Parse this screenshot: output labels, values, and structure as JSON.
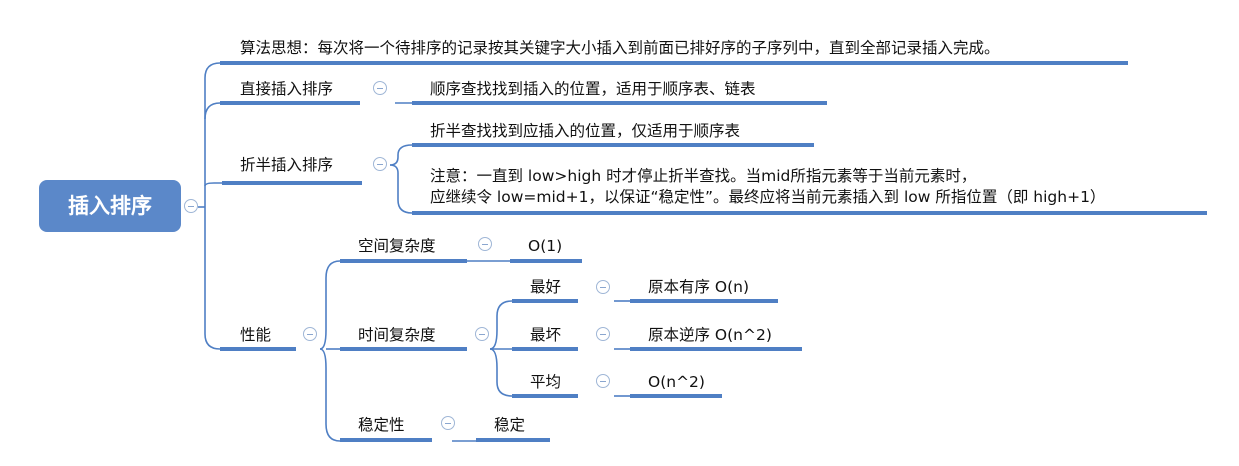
{
  "root": {
    "label": "插入排序"
  },
  "idea": {
    "text": "算法思想：每次将一个待排序的记录按其关键字大小插入到前面已排好序的子序列中，直到全部记录插入完成。"
  },
  "direct": {
    "label": "直接插入排序",
    "desc": "顺序查找找到插入的位置，适用于顺序表、链表"
  },
  "binary": {
    "label": "折半插入排序",
    "desc": "折半查找找到应插入的位置，仅适用于顺序表",
    "note_line1": "注意：一直到 low>high 时才停止折半查找。当mid所指元素等于当前元素时，",
    "note_line2": "应继续令 low=mid+1，以保证“稳定性”。最终应将当前元素插入到 low 所指位置（即 high+1）"
  },
  "performance": {
    "label": "性能",
    "space": {
      "label": "空间复杂度",
      "value": "O(1)"
    },
    "time": {
      "label": "时间复杂度",
      "best": {
        "label": "最好",
        "value": "原本有序 O(n)"
      },
      "worst": {
        "label": "最坏",
        "value": "原本逆序 O(n^2)"
      },
      "average": {
        "label": "平均",
        "value": "O(n^2)"
      }
    },
    "stability": {
      "label": "稳定性",
      "value": "稳定"
    }
  },
  "colors": {
    "root_fill": "#5b88c9",
    "line": "#4f7fc4",
    "collapse_icon": "#8aa6cf"
  }
}
